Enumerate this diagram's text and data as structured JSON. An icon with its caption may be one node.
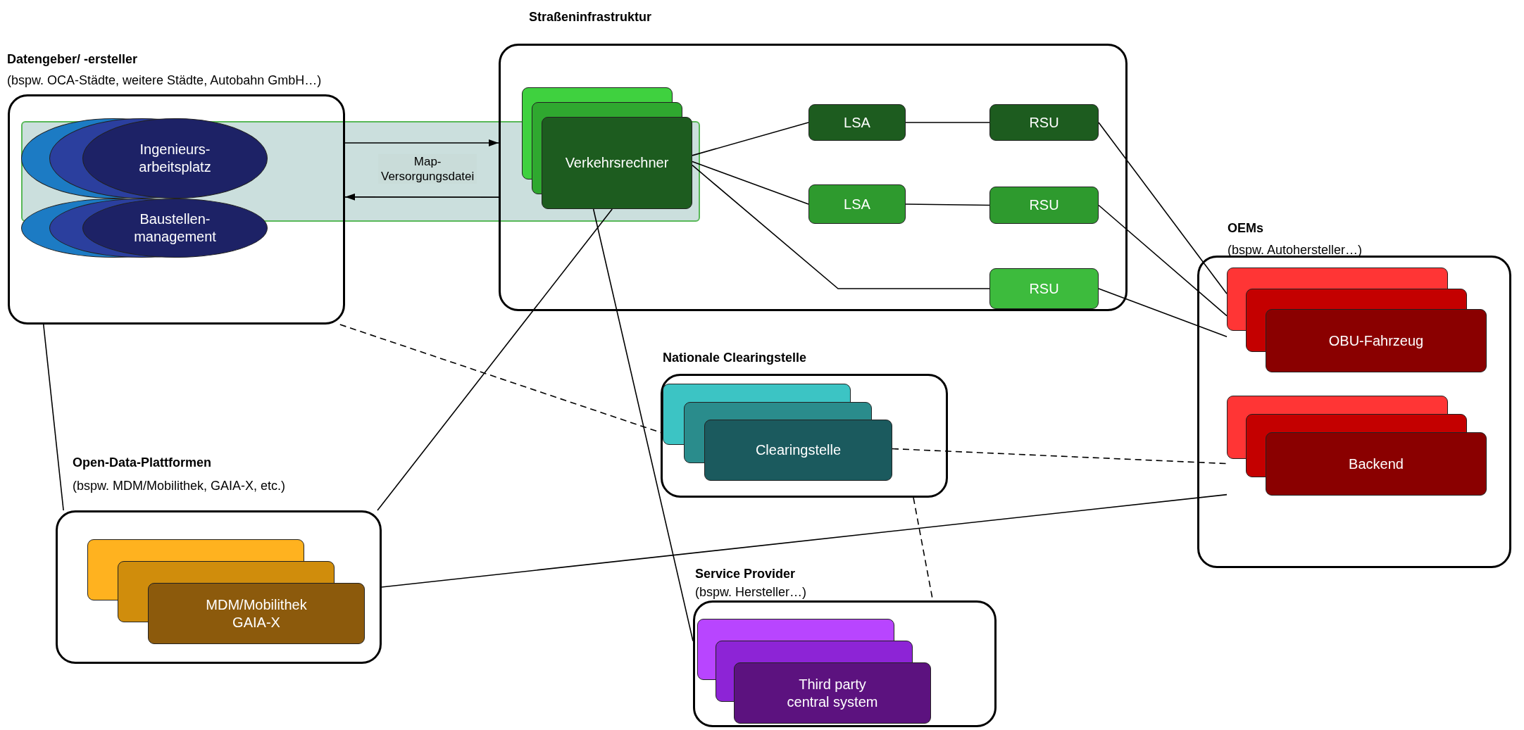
{
  "diagram": {
    "nodes": [
      {
        "text": [
          "Datengeber/ -ersteller",
          "(bspw. OCA-Städte, weitere Städte, Autobahn GmbH…)"
        ]
      },
      {
        "text": [
          "Ingenieurs- arbeitsplatz"
        ],
        "in": 0
      },
      {
        "text": [
          "Baustellen- management"
        ],
        "in": 0
      },
      {
        "text": [
          "Straßeninfrastruktur"
        ]
      },
      {
        "text": [
          "Verkehrsrechner"
        ],
        "in": 3
      },
      {
        "text": [
          "LSA"
        ],
        "in": 3
      },
      {
        "text": [
          "RSU"
        ],
        "in": 3
      },
      {
        "text": [
          "LSA"
        ],
        "in": 3
      },
      {
        "text": [
          "RSU"
        ],
        "in": 3
      },
      {
        "text": [
          "RSU"
        ],
        "in": 3
      },
      {
        "text": [
          "OEMs",
          "(bspw. Autohersteller…)"
        ]
      },
      {
        "text": [
          "OBU-Fahrzeug"
        ],
        "in": 10
      },
      {
        "text": [
          "Backend"
        ],
        "in": 10
      },
      {
        "text": [
          "Nationale Clearingstelle"
        ]
      },
      {
        "text": [
          "Clearingstelle"
        ],
        "in": 13
      },
      {
        "text": [
          "Open-Data-Plattformen",
          "(bspw. MDM/Mobilithek, GAIA-X, etc.)"
        ]
      },
      {
        "text": [
          "MDM/Mobilithek GAIA-X"
        ],
        "in": 15
      },
      {
        "text": [
          "Service Provider",
          "(bspw. Hersteller…)"
        ]
      },
      {
        "text": [
          "Third party central system"
        ],
        "in": 17
      }
    ],
    "edges": [
      {
        "from": 0,
        "to": 3,
        "arrow": "to",
        "label": "Map- Versorgungsdatei"
      },
      {
        "from": 3,
        "to": 0,
        "arrow": "to"
      },
      {
        "from": 4,
        "to": 5,
        "arrow": "none"
      },
      {
        "from": 4,
        "to": 7,
        "arrow": "none"
      },
      {
        "from": 4,
        "to": 9,
        "arrow": "none"
      },
      {
        "from": 5,
        "to": 6,
        "arrow": "none"
      },
      {
        "from": 7,
        "to": 8,
        "arrow": "none"
      },
      {
        "from": 6,
        "to": 11,
        "arrow": "none"
      },
      {
        "from": 8,
        "to": 11,
        "arrow": "none"
      },
      {
        "from": 9,
        "to": 11,
        "arrow": "none"
      },
      {
        "from": 0,
        "to": 15,
        "arrow": "none"
      },
      {
        "from": 0,
        "to": 14,
        "arrow": "none",
        "style": "dashed"
      },
      {
        "from": 4,
        "to": 15,
        "arrow": "none"
      },
      {
        "from": 4,
        "to": 17,
        "arrow": "none"
      },
      {
        "from": 14,
        "to": 12,
        "arrow": "none",
        "style": "dashed"
      },
      {
        "from": 13,
        "to": 17,
        "arrow": "none",
        "style": "dashed"
      },
      {
        "from": 12,
        "to": 15,
        "arrow": "none"
      }
    ]
  }
}
